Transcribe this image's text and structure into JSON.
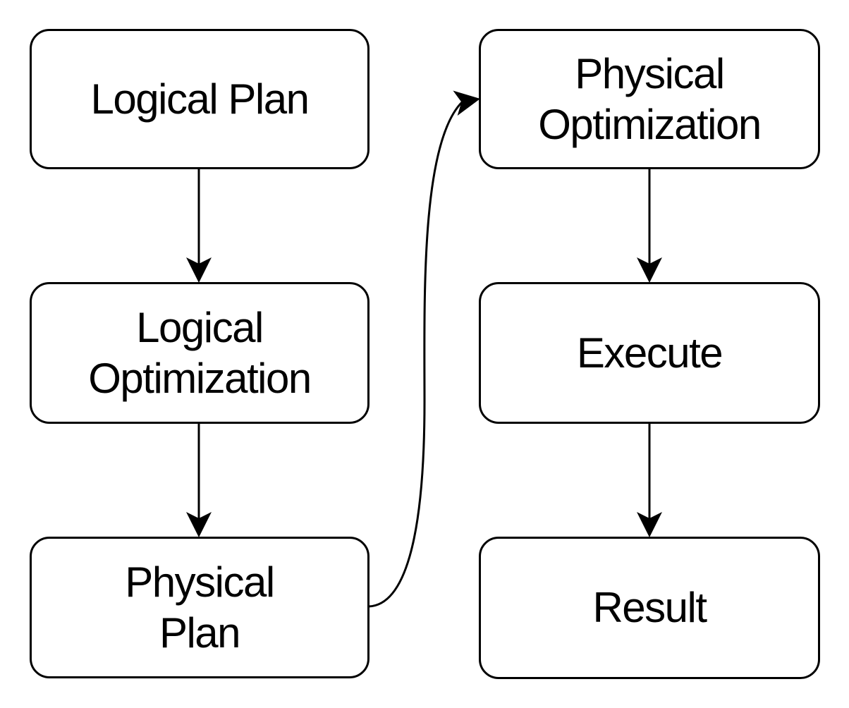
{
  "diagram": {
    "type": "flowchart",
    "background_color": "#ffffff",
    "node_fill": "#ffffff",
    "node_stroke_color": "#000000",
    "text_color": "#000000",
    "nodes": [
      {
        "id": "logical-plan",
        "label": "Logical Plan"
      },
      {
        "id": "logical-optimization",
        "label": "Logical\nOptimization"
      },
      {
        "id": "physical-plan",
        "label": "Physical\nPlan"
      },
      {
        "id": "physical-optimization",
        "label": "Physical\nOptimization"
      },
      {
        "id": "execute",
        "label": "Execute"
      },
      {
        "id": "result",
        "label": "Result"
      }
    ],
    "edges": [
      {
        "from": "logical-plan",
        "to": "logical-optimization",
        "style": "straight-down-arrow"
      },
      {
        "from": "logical-optimization",
        "to": "physical-plan",
        "style": "straight-down-arrow"
      },
      {
        "from": "physical-plan",
        "to": "physical-optimization",
        "style": "curved-up-right-arrow"
      },
      {
        "from": "physical-optimization",
        "to": "execute",
        "style": "straight-down-arrow"
      },
      {
        "from": "execute",
        "to": "result",
        "style": "straight-down-arrow"
      }
    ]
  }
}
